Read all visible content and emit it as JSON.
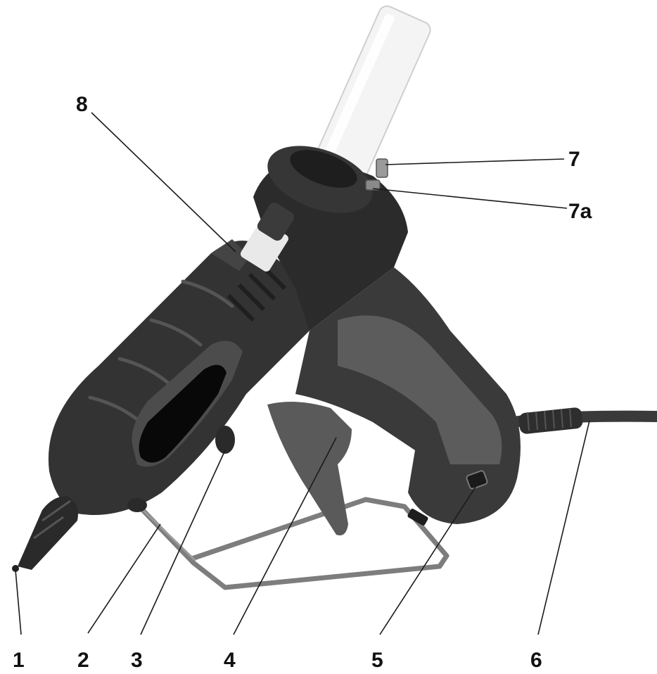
{
  "callouts": [
    {
      "id": "1",
      "label": "1"
    },
    {
      "id": "2",
      "label": "2"
    },
    {
      "id": "3",
      "label": "3"
    },
    {
      "id": "4",
      "label": "4"
    },
    {
      "id": "5",
      "label": "5"
    },
    {
      "id": "6",
      "label": "6"
    },
    {
      "id": "7",
      "label": "7"
    },
    {
      "id": "7a",
      "label": "7a"
    },
    {
      "id": "8",
      "label": "8"
    }
  ],
  "colors": {
    "body_dark": "#2f2f2f",
    "body_mid": "#4a4a4a",
    "grip_light": "#6a6a6a",
    "glue_stick": "#f2f2f2",
    "stand_wire": "#8a8a8a"
  }
}
